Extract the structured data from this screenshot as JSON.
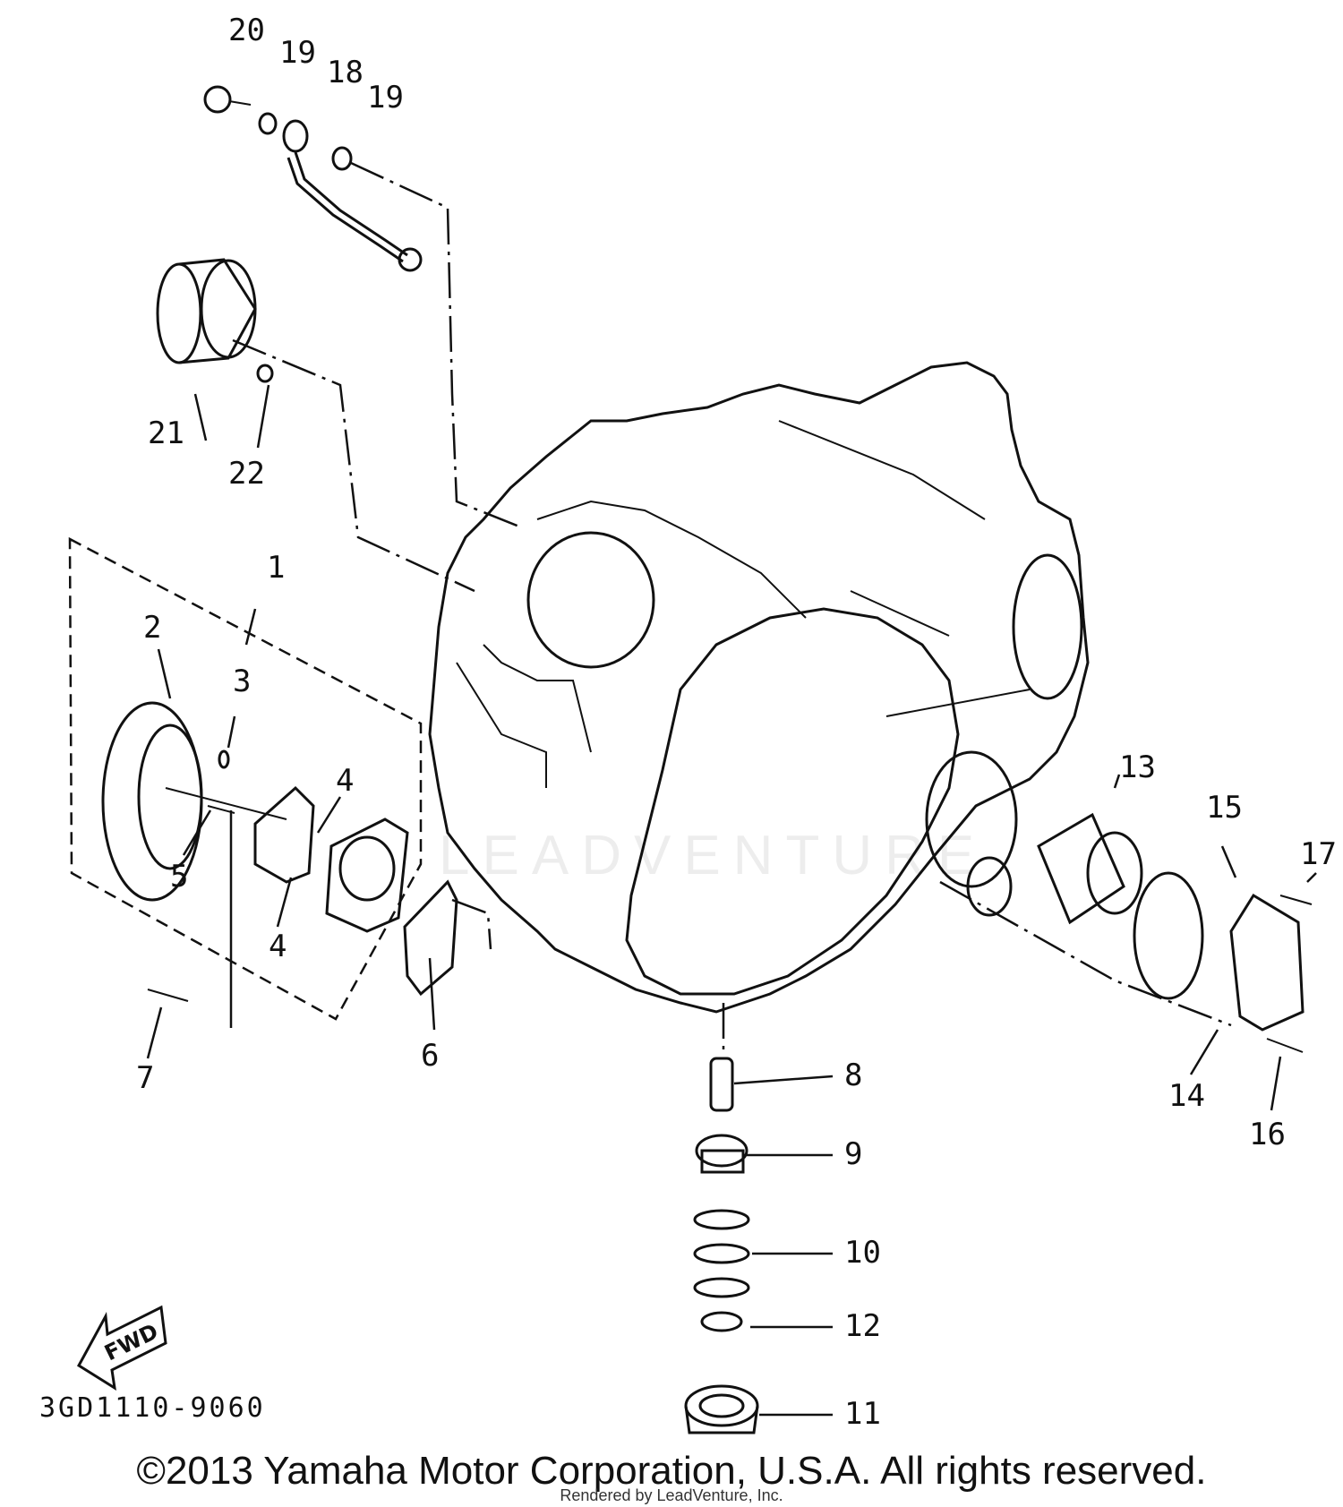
{
  "diagram_code": "3GD1110-9060",
  "copyright": "©2013 Yamaha Motor Corporation, U.S.A. All rights reserved.",
  "rendered_by": "Rendered by LeadVenture, Inc.",
  "watermark": "LEADVENTURE",
  "fwd_label": "FWD",
  "callouts": {
    "c1": "1",
    "c2": "2",
    "c3": "3",
    "c4a": "4",
    "c4b": "4",
    "c5": "5",
    "c6": "6",
    "c7": "7",
    "c8": "8",
    "c9": "9",
    "c10": "10",
    "c11": "11",
    "c12": "12",
    "c13": "13",
    "c14": "14",
    "c15": "15",
    "c16": "16",
    "c17": "17",
    "c18": "18",
    "c19a": "19",
    "c19b": "19",
    "c20": "20",
    "c21": "21",
    "c22": "22"
  }
}
